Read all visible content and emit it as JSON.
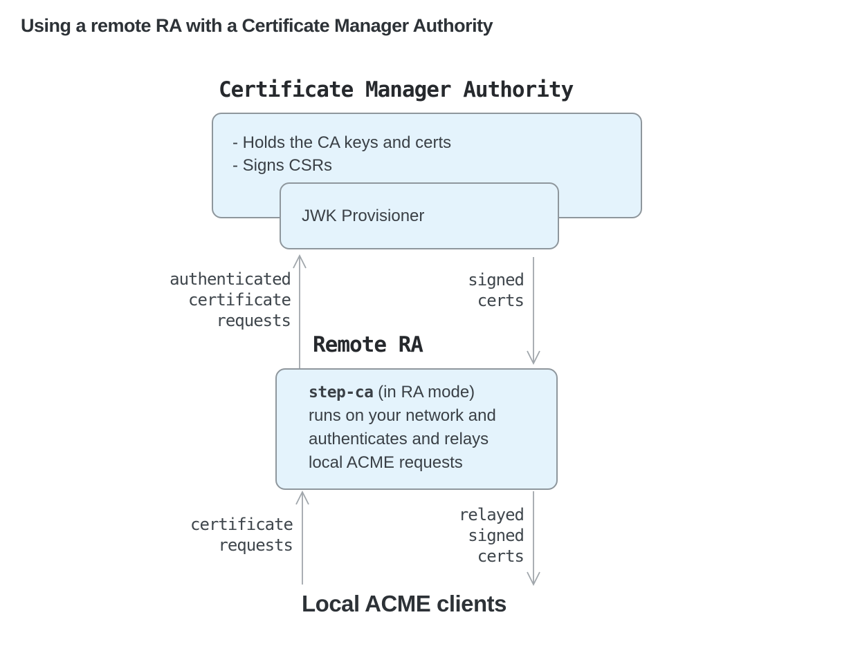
{
  "title": "Using a remote RA with a Certificate Manager Authority",
  "cma": {
    "heading": "Certificate Manager Authority",
    "bullets": [
      "- Holds the CA keys and certs",
      "- Signs CSRs"
    ],
    "jwk_label": "JWK Provisioner"
  },
  "remote_ra": {
    "heading": "Remote RA",
    "box": {
      "code": "step-ca",
      "line1_rest": " (in RA mode)",
      "lines": [
        "runs on your network and",
        "authenticates and relays",
        "local ACME requests"
      ]
    }
  },
  "clients_heading": "Local ACME clients",
  "arrows": {
    "auth_requests": {
      "direction": "up",
      "lines": [
        "authenticated",
        "certificate",
        "requests"
      ]
    },
    "signed_certs": {
      "direction": "down",
      "lines": [
        "signed",
        "certs"
      ]
    },
    "cert_requests": {
      "direction": "up",
      "lines": [
        "certificate",
        "requests"
      ]
    },
    "relayed_signed_certs": {
      "direction": "down",
      "lines": [
        "relayed",
        "signed",
        "certs"
      ]
    }
  },
  "colors": {
    "box_fill": "#e4f3fc",
    "box_border": "#8e969c",
    "arrow": "#a0a6ab",
    "body_text": "#3a4046",
    "heading_text": "#26292d"
  }
}
